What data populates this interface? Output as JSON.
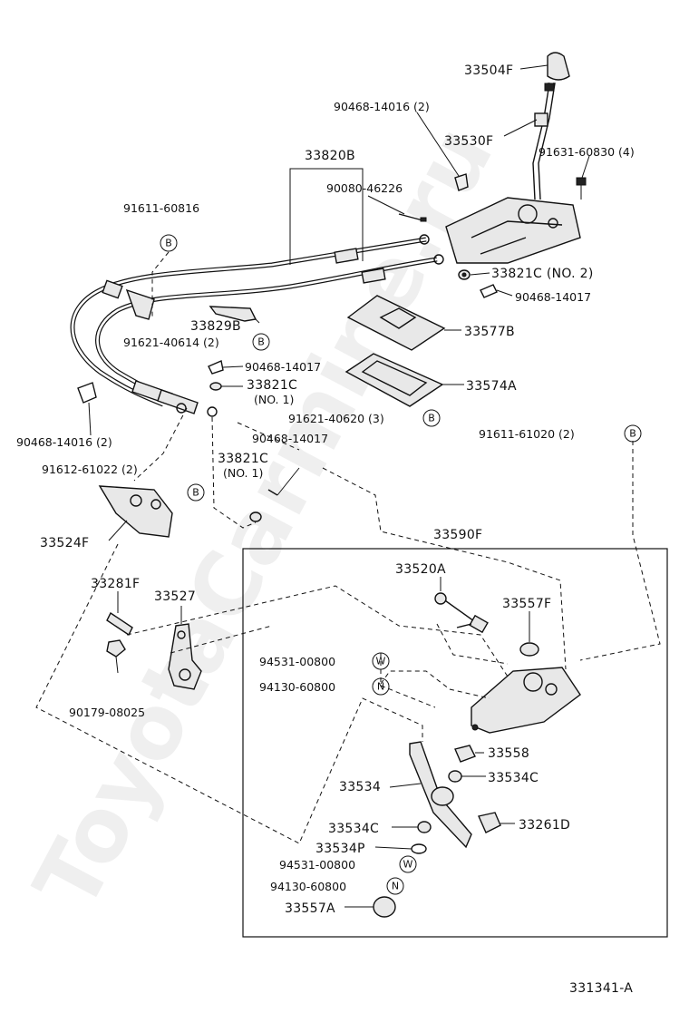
{
  "watermark": "ToyotaCarmine.ru",
  "diagram_code": "331341-A",
  "callout_letters": {
    "B": "B",
    "W": "W",
    "N": "N"
  },
  "labels": {
    "p33504F": "33504F",
    "p90468_14016_2_top": "90468-14016 (2)",
    "p33530F": "33530F",
    "p91631_60830_4": "91631-60830 (4)",
    "p33820B": "33820B",
    "p90080_46226": "90080-46226",
    "p91611_60816": "91611-60816",
    "p33821C_no2": "33821C (NO. 2)",
    "p90468_14017_right": "90468-14017",
    "p33829B": "33829B",
    "p33577B": "33577B",
    "p91621_40614_2": "91621-40614 (2)",
    "p90468_14017_mid": "90468-14017",
    "p33821C_mid": "33821C",
    "p_no1_mid": "(NO. 1)",
    "p33574A": "33574A",
    "p91621_40620_3": "91621-40620 (3)",
    "p90468_14016_2_left": "90468-14016 (2)",
    "p90468_14017_low": "90468-14017",
    "p91611_61020_2": "91611-61020 (2)",
    "p33821C_low": "33821C",
    "p_no1_low": "(NO. 1)",
    "p91612_61022_2": "91612-61022 (2)",
    "p33590F": "33590F",
    "p33524F": "33524F",
    "p33520A": "33520A",
    "p33281F": "33281F",
    "p33527": "33527",
    "p33557F": "33557F",
    "p94531_00800_a": "94531-00800",
    "p94130_60800_a": "94130-60800",
    "p90179_08025": "90179-08025",
    "p33558": "33558",
    "p33534C_a": "33534C",
    "p33534": "33534",
    "p33534C_b": "33534C",
    "p33261D": "33261D",
    "p33534P": "33534P",
    "p94531_00800_b": "94531-00800",
    "p94130_60800_b": "94130-60800",
    "p33557A": "33557A"
  }
}
